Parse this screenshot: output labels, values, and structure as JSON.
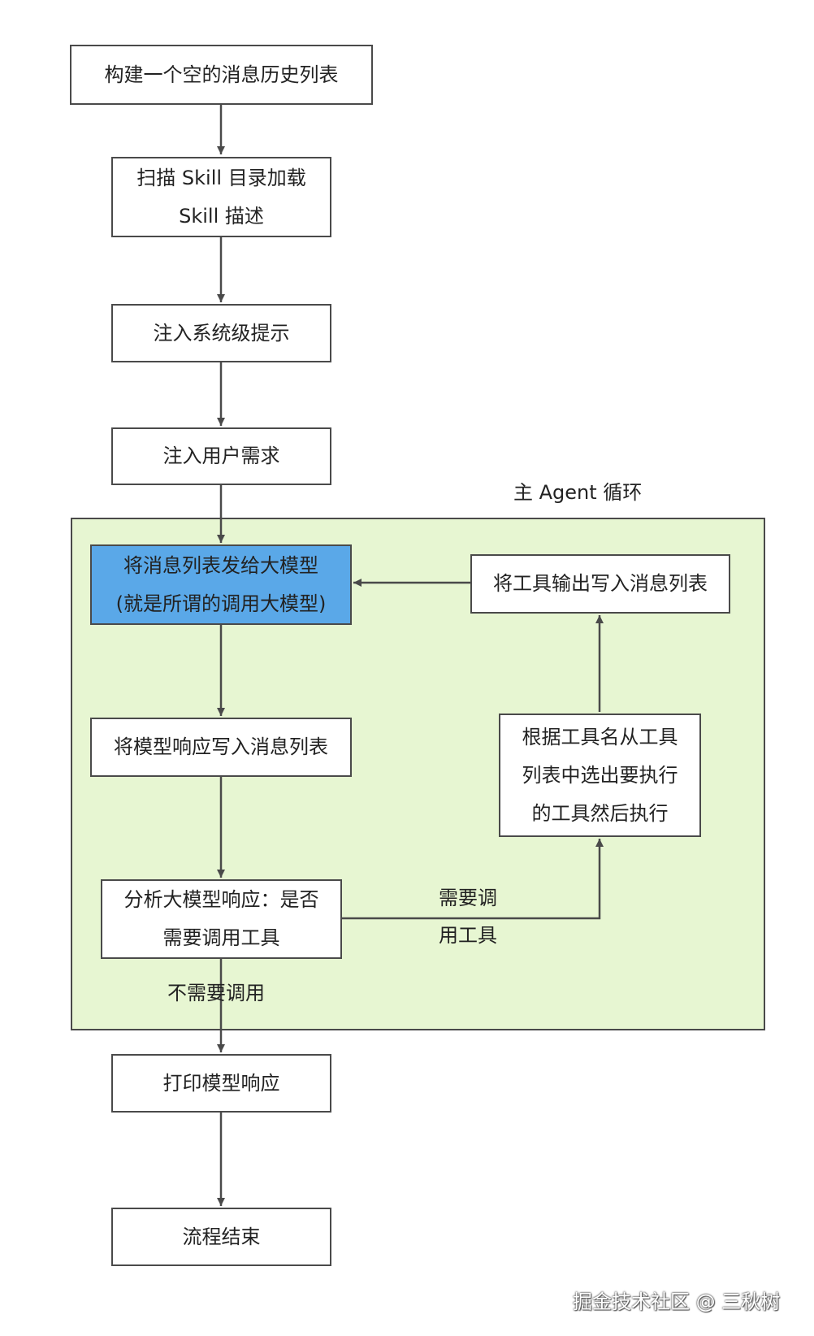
{
  "diagram": {
    "loop_title": "主 Agent 循环",
    "nodes": {
      "init_history": {
        "lines": [
          "构建一个空的消息历史列表"
        ]
      },
      "scan_skills": {
        "lines": [
          "扫描 Skill 目录加载",
          "Skill 描述"
        ]
      },
      "inject_system": {
        "lines": [
          "注入系统级提示"
        ]
      },
      "inject_user": {
        "lines": [
          "注入用户需求"
        ]
      },
      "send_to_llm": {
        "lines": [
          "将消息列表发给大模型",
          "(就是所谓的调用大模型)"
        ]
      },
      "write_tool_output": {
        "lines": [
          "将工具输出写入消息列表"
        ]
      },
      "write_response": {
        "lines": [
          "将模型响应写入消息列表"
        ]
      },
      "select_tool": {
        "lines": [
          "根据工具名从工具",
          "列表中选出要执行",
          "的工具然后执行"
        ]
      },
      "analyze_response": {
        "lines": [
          "分析大模型响应：是否",
          "需要调用工具"
        ]
      },
      "print_response": {
        "lines": [
          "打印模型响应"
        ]
      },
      "end": {
        "lines": [
          "流程结束"
        ]
      }
    },
    "edge_labels": {
      "needs_tool": [
        "需要调",
        "用工具"
      ],
      "no_tool": "不需要调用"
    },
    "colors": {
      "stroke": "#4a4a4a",
      "loop_fill": "#e7f6d2",
      "highlight_fill": "#5aa8e8",
      "node_fill": "#ffffff"
    }
  },
  "watermark": "掘金技术社区 @ 三秋树"
}
